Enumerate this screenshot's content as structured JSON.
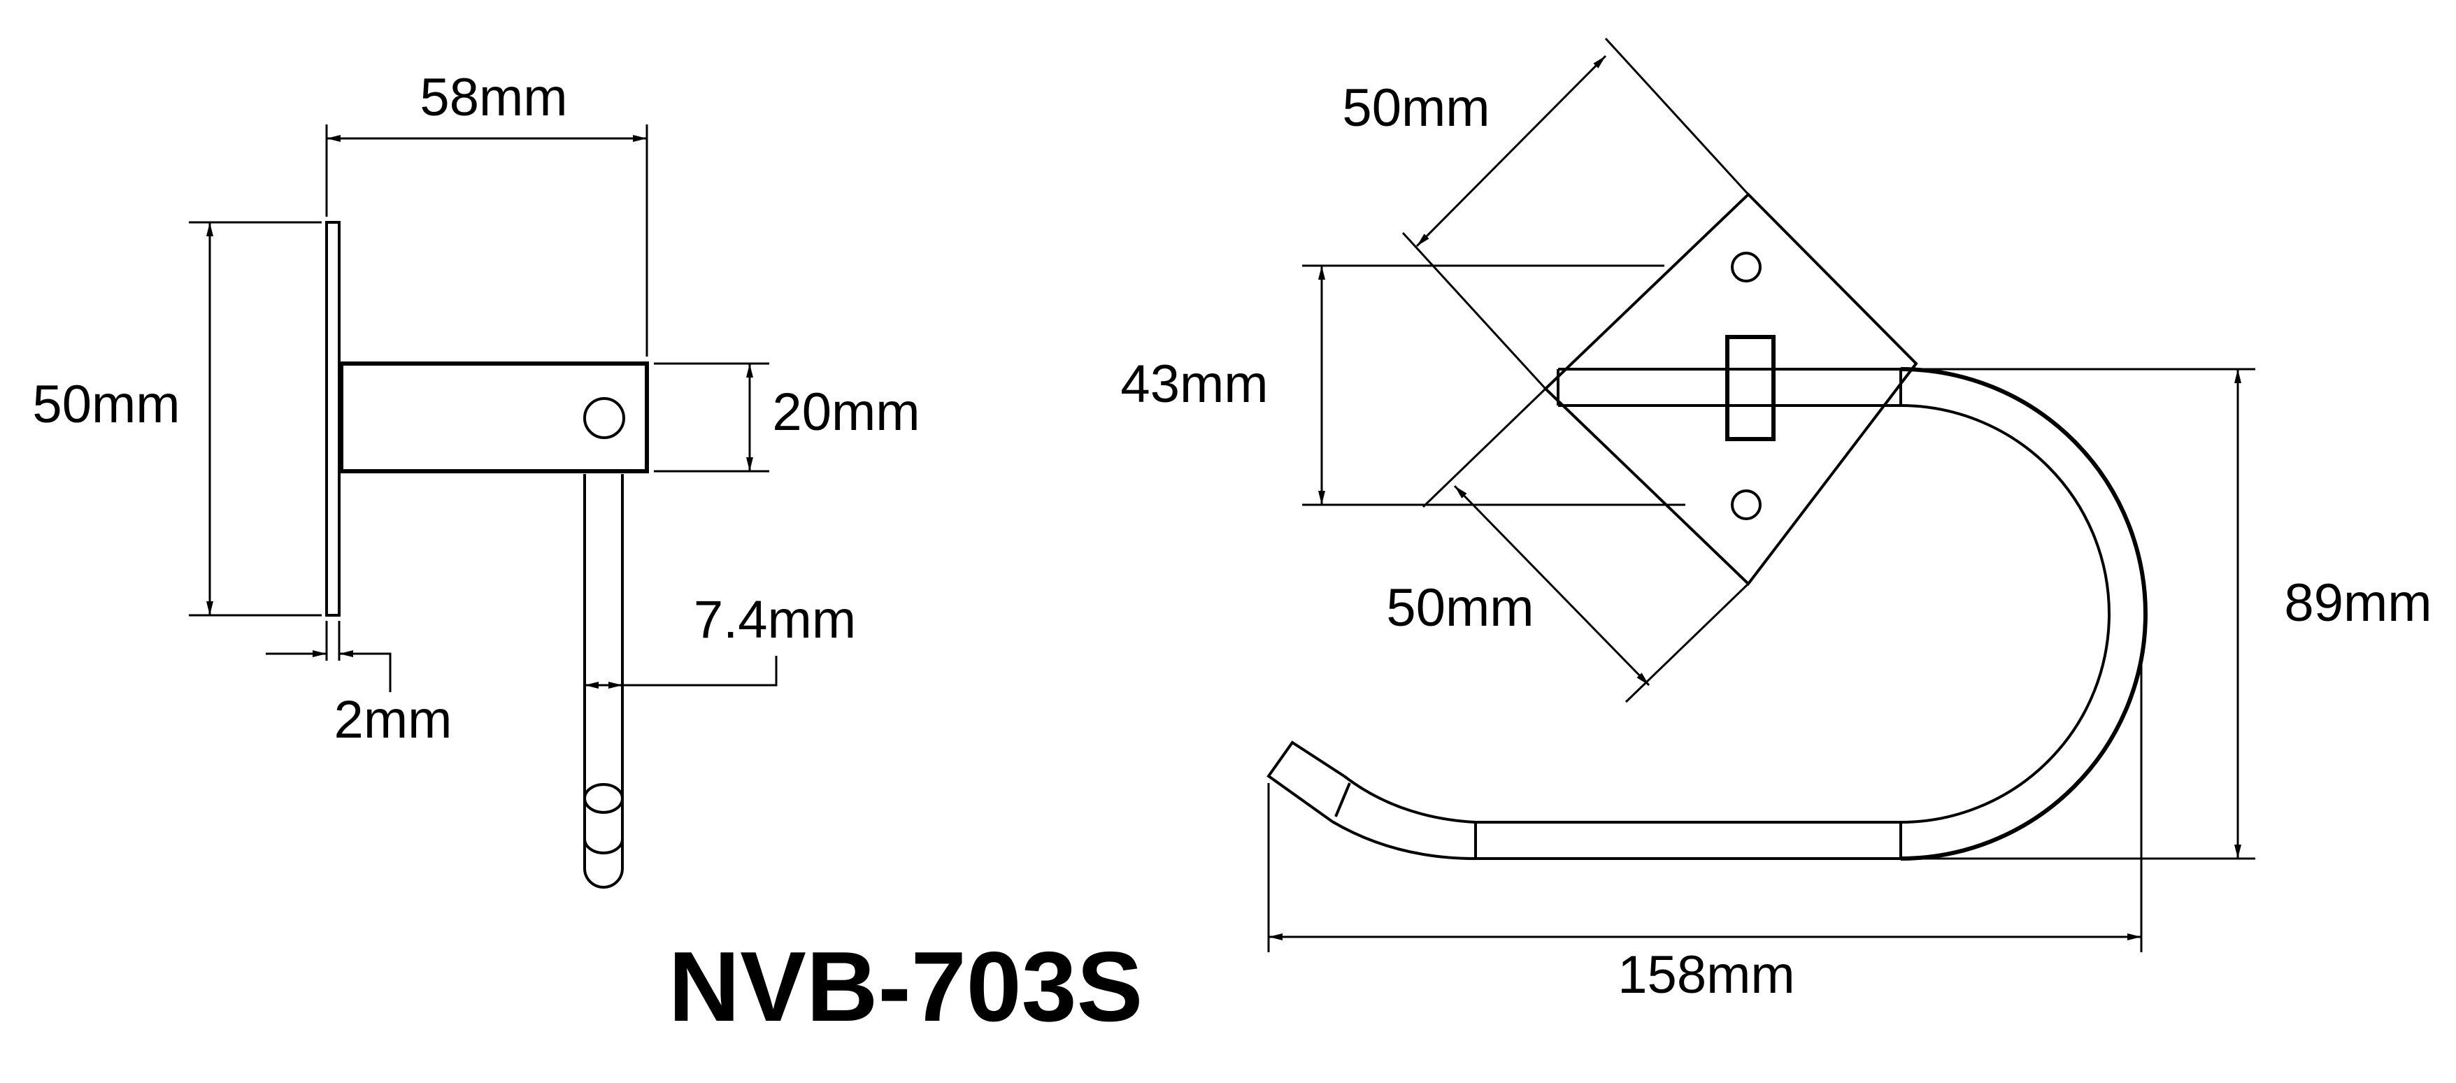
{
  "model_label": "NVB-703S",
  "side_view": {
    "depth_label": "58mm",
    "height_label": "50mm",
    "arm_height_label": "20mm",
    "rod_diameter_label": "7.4mm",
    "plate_thickness_label": "2mm"
  },
  "front_view": {
    "plate_side_top_label": "50mm",
    "plate_side_bottom_label": "50mm",
    "plate_height_label": "43mm",
    "total_height_label": "89mm",
    "total_width_label": "158mm"
  }
}
